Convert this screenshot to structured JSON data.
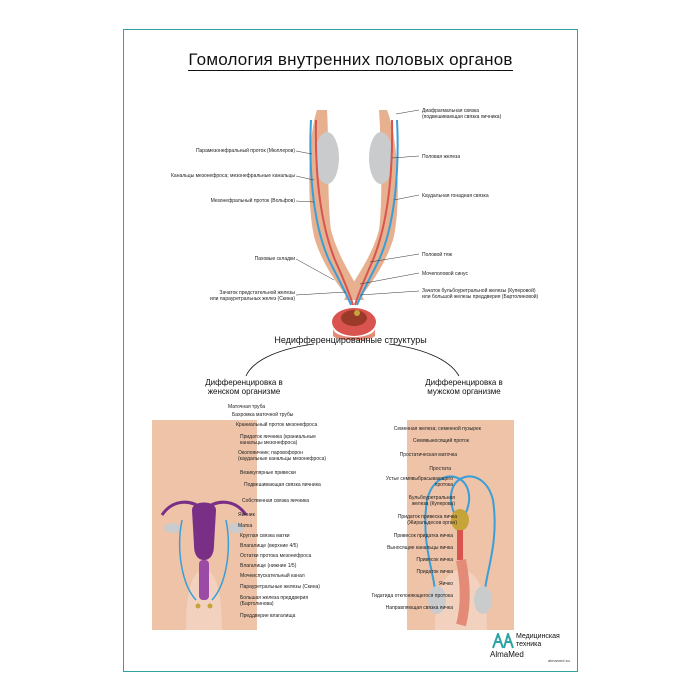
{
  "title": "Гомология внутренних половых органов",
  "top_labels_left": [
    "Парамезонефральный проток (Мюллеров)",
    "Канальцы мезонефроса; мезонефральные канальцы",
    "Мезонефральный проток (Вольфов)",
    "Паховые складки",
    "Зачаток предстательной железы\nили парауретральных желез (Скина)"
  ],
  "top_labels_right": [
    "Диафрагмальная связка\n(подвешивающая связка яичника)",
    "Половая железа",
    "Каудальная гонадная связка",
    "Половой тяж",
    "Мочеполовой синус",
    "Зачаток бульбоуретральной железы (Куперовой)\nили большой железы преддверия (Бартолиновой)"
  ],
  "middle_heading": "Недифференцированные структуры",
  "female_heading": "Дифференцировка в\nженском организме",
  "male_heading": "Дифференцировка в\nмужском организме",
  "female_labels": [
    "Маточная труба",
    "Бахромка маточной трубы",
    "Краниальный проток мезонефроса",
    "Придаток яичника (краниальные\nканальцы мезонефроса)",
    "Околояичник; паровофорон\n(каудальные канальцы мезонефроса)",
    "Везикулярные привески",
    "Подвешивающая связка яичника",
    "Собственная связка яичника",
    "Яичник",
    "Матка",
    "Круглая связка матки",
    "Влагалище (верхние 4/5)",
    "Остатки протока мезонефроса",
    "Влагалище (нижние 1/5)",
    "Мочеиспускательный канал",
    "Парауретральные железы (Скина)",
    "Большая железа преддверия\n(Бартолинова)",
    "Преддверие влагалища"
  ],
  "male_labels": [
    "Семенная железа; семенной пузырек",
    "Семявыносящий проток",
    "Простатическая маточка",
    "Простата",
    "Устье семявыбрасывающего\nпротока",
    "Бульбоуретральная\nжелеза (Куперова)",
    "Придаток привеска яичка\n(Жиральдесов орган)",
    "Привесок придатка яичка",
    "Выносящие канальцы яичка",
    "Привесок яичка",
    "Придаток яичка",
    "Яичко",
    "Гидатида отклоняющегося протока",
    "Направляющая связка яичка"
  ],
  "brand": {
    "name": "AlmaMed",
    "line1": "Медицинская",
    "line2": "техника",
    "url": "almamed.su"
  },
  "colors": {
    "frame": "#2fa3a3",
    "duct_blue": "#3a9fd8",
    "tissue": "#e7b08f",
    "red": "#d9534f",
    "purple": "#7a2f86",
    "gland": "#c9cbcd"
  }
}
